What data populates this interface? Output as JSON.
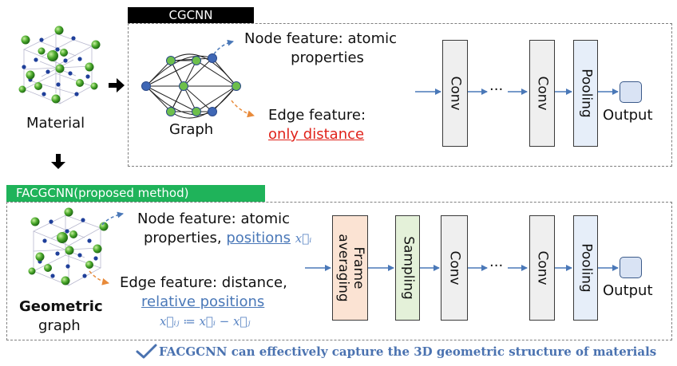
{
  "top": {
    "tag": "CGCNN",
    "material_label": "Material",
    "graph_label": "Graph",
    "node_feature_line1": "Node feature: atomic",
    "node_feature_line2": "properties",
    "edge_feature_line1": "Edge feature:",
    "edge_feature_line2": "only distance",
    "blocks": [
      "Conv",
      "Conv",
      "Pooling"
    ],
    "ellipsis": "···",
    "output_label": "Output"
  },
  "bottom": {
    "tag": "FACGCNN(proposed method)",
    "geometric_label": "Geometric",
    "graph_label": "graph",
    "node_feature_line1": "Node feature: atomic",
    "node_feature_line2_prefix": "properties,",
    "node_feature_positions": "positions",
    "node_feature_math": "x⃗ᵢ",
    "edge_feature_line1": "Edge feature: distance,",
    "edge_feature_line2": "relative positions",
    "edge_feature_math": "x⃗ᵢⱼ ≔ x⃗ᵢ − x⃗ⱼ",
    "block_frame_line1": "Frame",
    "block_frame_line2": "averaging",
    "block_sampling": "Sampling",
    "block_conv1": "Conv",
    "block_conv2": "Conv",
    "block_pooling": "Pooling",
    "ellipsis": "···",
    "output_label": "Output"
  },
  "footer": {
    "check_icon": "check-icon",
    "text": "FACGCNN can effectively capture the 3D geometric structure of materials"
  },
  "colors": {
    "green_tag": "#1fb35a",
    "black_tag": "#000000",
    "node_green": "#6dbf4b",
    "node_blue": "#3f67b5",
    "arrow_blue": "#4a78b8",
    "arrow_orange": "#e88a3a",
    "red_text": "#e0231b",
    "blue_text": "#4a78b8"
  }
}
